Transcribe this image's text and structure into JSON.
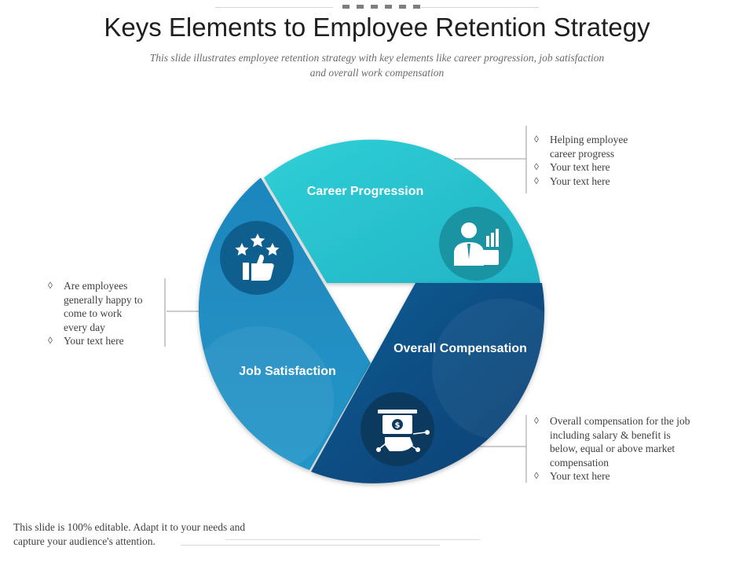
{
  "header": {
    "title": "Keys Elements to Employee Retention Strategy",
    "subtitle_line1": "This slide illustrates employee retention strategy with  key elements like career progression, job satisfaction",
    "subtitle_line2": "and overall work compensation"
  },
  "segments": {
    "career": {
      "label": "Career Progression",
      "icon": "businessman-growth-icon",
      "color": "#2ac3cc",
      "bullets": [
        "Helping employee",
        "career progress",
        "Your text here",
        "Your text here"
      ]
    },
    "satisfaction": {
      "label": "Job Satisfaction",
      "icon": "thumbs-up-stars-icon",
      "color": "#1f8cc0",
      "bullets": [
        "Are employees",
        "generally happy to",
        "come to work",
        "every day",
        "Your text here"
      ]
    },
    "compensation": {
      "label": "Overall Compensation",
      "icon": "money-hand-icon",
      "color": "#0b4a80",
      "bullets": [
        "Overall compensation for the job",
        "including salary & benefit is",
        "below, equal or above market",
        "compensation",
        "Your text here"
      ]
    }
  },
  "footer": {
    "line1": "This slide is 100% editable. Adapt it to your needs and",
    "line2": "capture your audience's attention."
  }
}
